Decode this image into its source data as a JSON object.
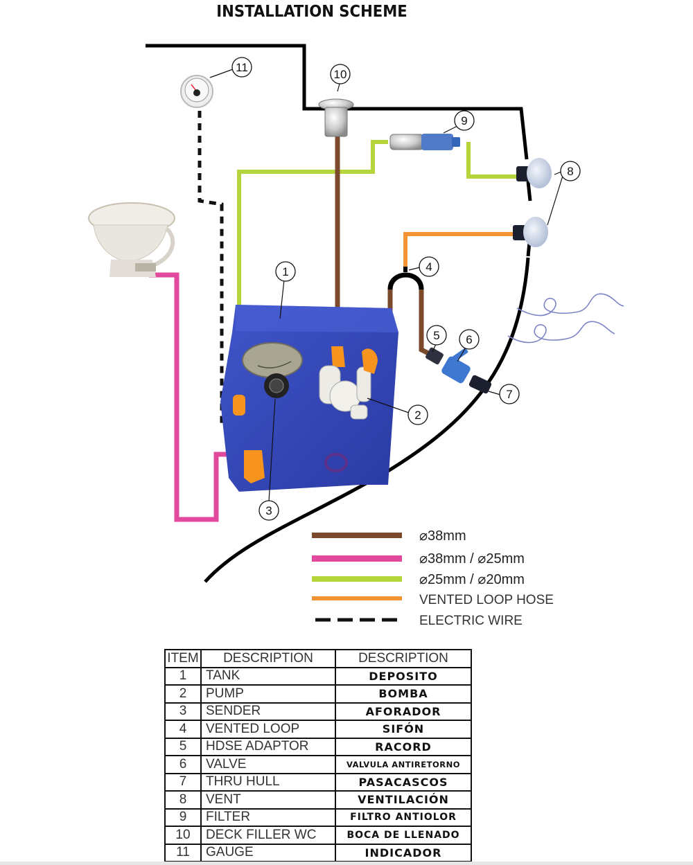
{
  "title": "INSTALLATION SCHEME",
  "callouts": [
    "1",
    "2",
    "3",
    "4",
    "5",
    "6",
    "7",
    "8",
    "9",
    "10",
    "11"
  ],
  "colors": {
    "hose_38": "#7b4a2d",
    "hose_38_25": "#e2499c",
    "hose_25_20": "#b6d43c",
    "vented_loop": "#f39334",
    "wire": "#111111",
    "hull": "#000000",
    "tank": "#3347b8",
    "fitting": "#f7941d",
    "waves": "#7c84c4"
  },
  "legend": [
    {
      "key": "hose-38mm",
      "label": "⌀38mm",
      "color": "#7b4a2d",
      "style": "solid"
    },
    {
      "key": "hose-38-25mm",
      "label": "⌀38mm / ⌀25mm",
      "color": "#e2499c",
      "style": "solid"
    },
    {
      "key": "hose-25-20mm",
      "label": "⌀25mm / ⌀20mm",
      "color": "#b6d43c",
      "style": "solid"
    },
    {
      "key": "vented-loop-hose",
      "label": "VENTED LOOP HOSE",
      "color": "#f39334",
      "style": "solid"
    },
    {
      "key": "electric-wire",
      "label": "ELECTRIC WIRE",
      "color": "#111111",
      "style": "dashed"
    }
  ],
  "table": {
    "headers": [
      "ITEM",
      "DESCRIPTION",
      "DESCRIPTION"
    ],
    "rows": [
      {
        "item": "1",
        "en": "TANK",
        "es": "DEPOSITO"
      },
      {
        "item": "2",
        "en": "PUMP",
        "es": "BOMBA"
      },
      {
        "item": "3",
        "en": "SENDER",
        "es": "AFORADOR"
      },
      {
        "item": "4",
        "en": "VENTED LOOP",
        "es": "SIFÓN"
      },
      {
        "item": "5",
        "en": "HDSE ADAPTOR",
        "es": "RACORD"
      },
      {
        "item": "6",
        "en": "VALVE",
        "es": "VALVULA ANTIRETORNO"
      },
      {
        "item": "7",
        "en": "THRU HULL",
        "es": "PASACASCOS"
      },
      {
        "item": "8",
        "en": "VENT",
        "es": "VENTILACIÓN"
      },
      {
        "item": "9",
        "en": "FILTER",
        "es": "FILTRO ANTIOLOR"
      },
      {
        "item": "10",
        "en": "DECK FILLER WC",
        "es": "BOCA DE LLENADO"
      },
      {
        "item": "11",
        "en": "GAUGE",
        "es": "INDICADOR"
      }
    ]
  }
}
